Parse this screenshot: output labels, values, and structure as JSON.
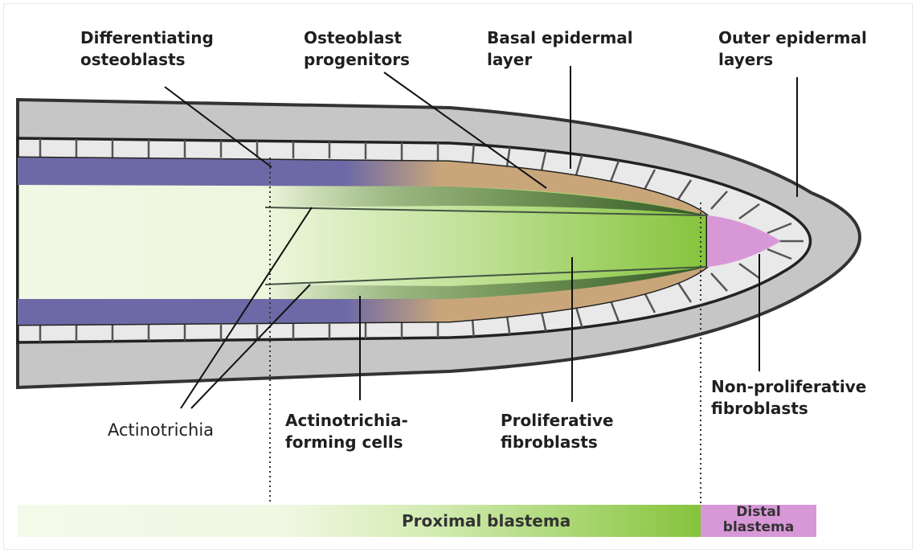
{
  "labels": {
    "differentiating_osteoblasts": [
      "Differentiating",
      "osteoblasts"
    ],
    "osteoblast_progenitors": [
      "Osteoblast",
      "progenitors"
    ],
    "basal_epidermal_layer": [
      "Basal epidermal",
      "layer"
    ],
    "outer_epidermal_layers": [
      "Outer epidermal",
      "layers"
    ],
    "actinotrichia": "Actinotrichia",
    "actinotrichia_forming_cells": [
      "Actinotrichia-",
      "forming cells"
    ],
    "proliferative_fibroblasts": [
      "Proliferative",
      "fibroblasts"
    ],
    "non_proliferative_fibroblasts": [
      "Non-proliferative",
      "fibroblasts"
    ]
  },
  "bar": {
    "proximal": "Proximal blastema",
    "distal": [
      "Distal",
      "blastema"
    ]
  },
  "colors": {
    "outer_epidermis": "#c4c4c4",
    "basal_cells": "#efefef",
    "osteoblasts": "#6e6aa6",
    "progenitors": "#c9a77c",
    "mesenchyme_light": "#f1f8e4",
    "mesenchyme_green": "#8cc63f",
    "distal_blastema": "#d898d8"
  }
}
